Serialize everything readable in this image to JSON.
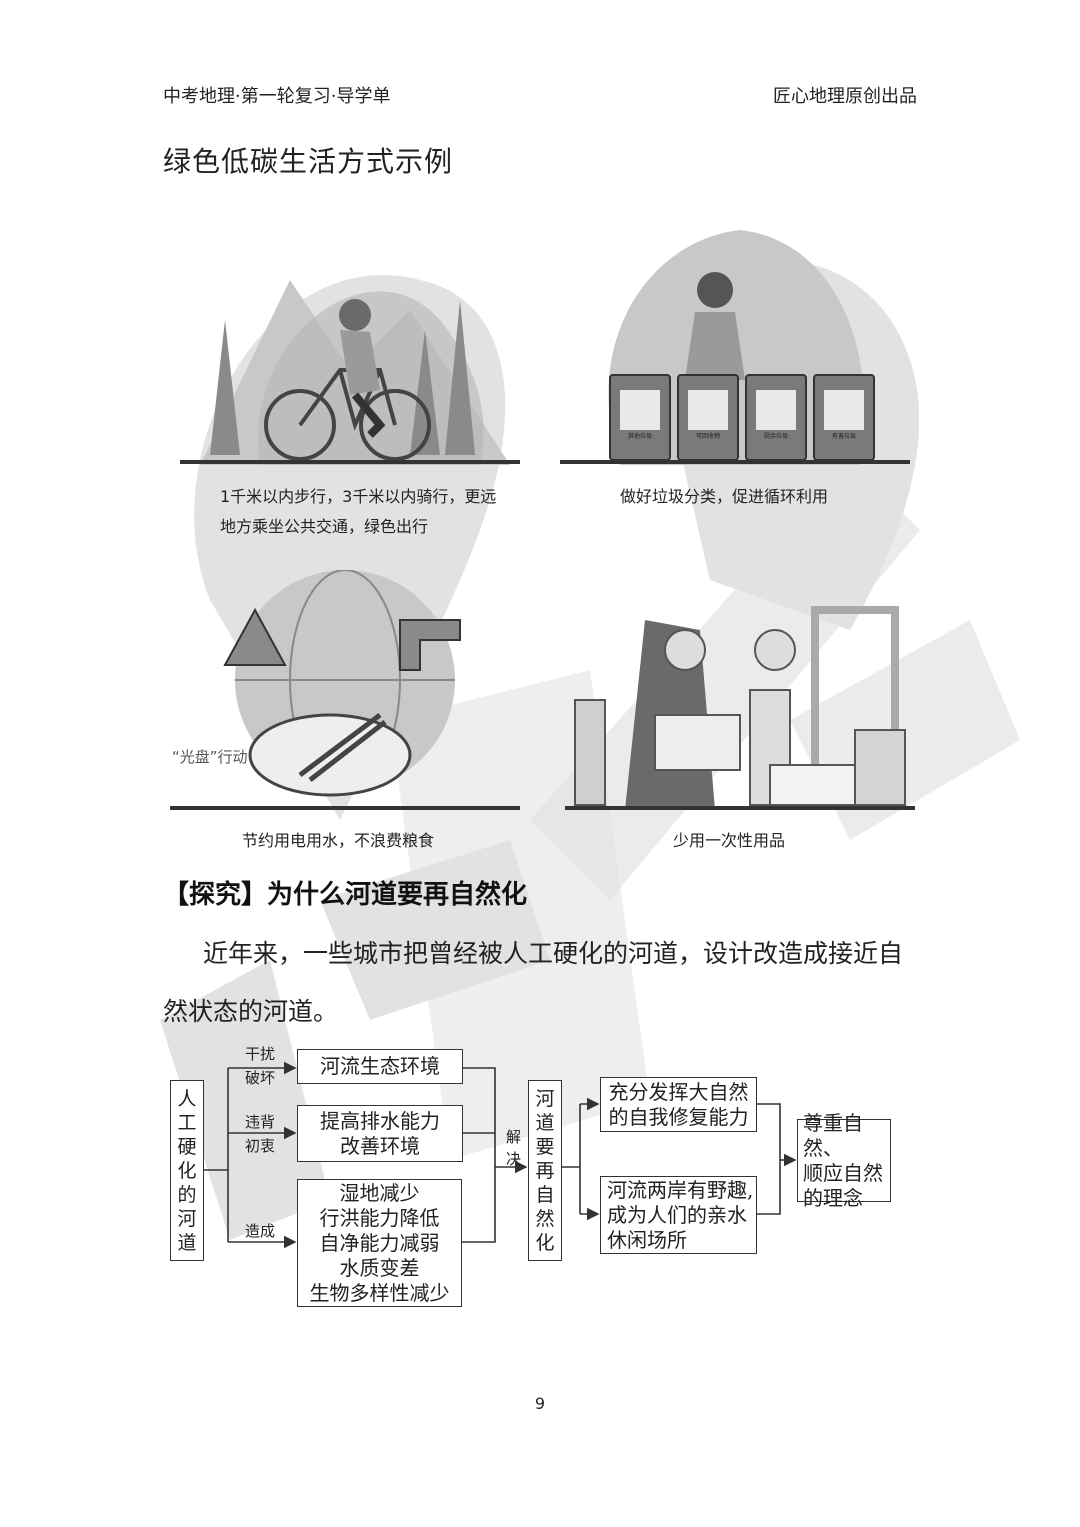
{
  "header": {
    "left": "中考地理·第一轮复习·导学单",
    "right": "匠心地理原创出品"
  },
  "section_title": "绿色低碳生活方式示例",
  "illustrations": [
    {
      "caption_line1": "1千米以内步行，3千米以内骑行，更远",
      "caption_line2": "地方乘坐公共交通，绿色出行"
    },
    {
      "caption": "做好垃圾分类，促进循环利用",
      "bin_labels": [
        "其他垃圾",
        "可回收物",
        "厨余垃圾",
        "有害垃圾"
      ]
    },
    {
      "caption": "节约用电用水，不浪费粮食",
      "inline_label": "“光盘”行动"
    },
    {
      "caption": "少用一次性用品"
    }
  ],
  "explore": {
    "title": "【探究】为什么河道要再自然化",
    "paragraph": "近年来，一些城市把曾经被人工硬化的河道，设计改造成接近自然状态的河道。"
  },
  "flowchart": {
    "source": [
      "人",
      "工",
      "硬",
      "化",
      "的",
      "河",
      "道"
    ],
    "branch1_label": [
      "干扰",
      "破坏"
    ],
    "branch1_box": "河流生态环境",
    "branch2_label": [
      "违背",
      "初衷"
    ],
    "branch2_box": [
      "提高排水能力",
      "改善环境"
    ],
    "branch3_label": "造成",
    "branch3_box": [
      "湿地减少",
      "行洪能力降低",
      "自净能力减弱",
      "水质变差",
      "生物多样性减少"
    ],
    "solve_label": [
      "解",
      "决"
    ],
    "middle": [
      "河",
      "道",
      "要",
      "再",
      "自",
      "然",
      "化"
    ],
    "result1": [
      "充分发挥大自然",
      "的自我修复能力"
    ],
    "result2": [
      "河流两岸有野趣,",
      "成为人们的亲水",
      "休闲场所"
    ],
    "final": [
      "尊重自然、",
      "顺应自然",
      "的理念"
    ]
  },
  "page_number": "9",
  "colors": {
    "ink": "#222222",
    "illustration_gray": "#8a8a8a",
    "watermark": "#cfcfcf"
  },
  "watermark_note_icon": "watermark-logo"
}
